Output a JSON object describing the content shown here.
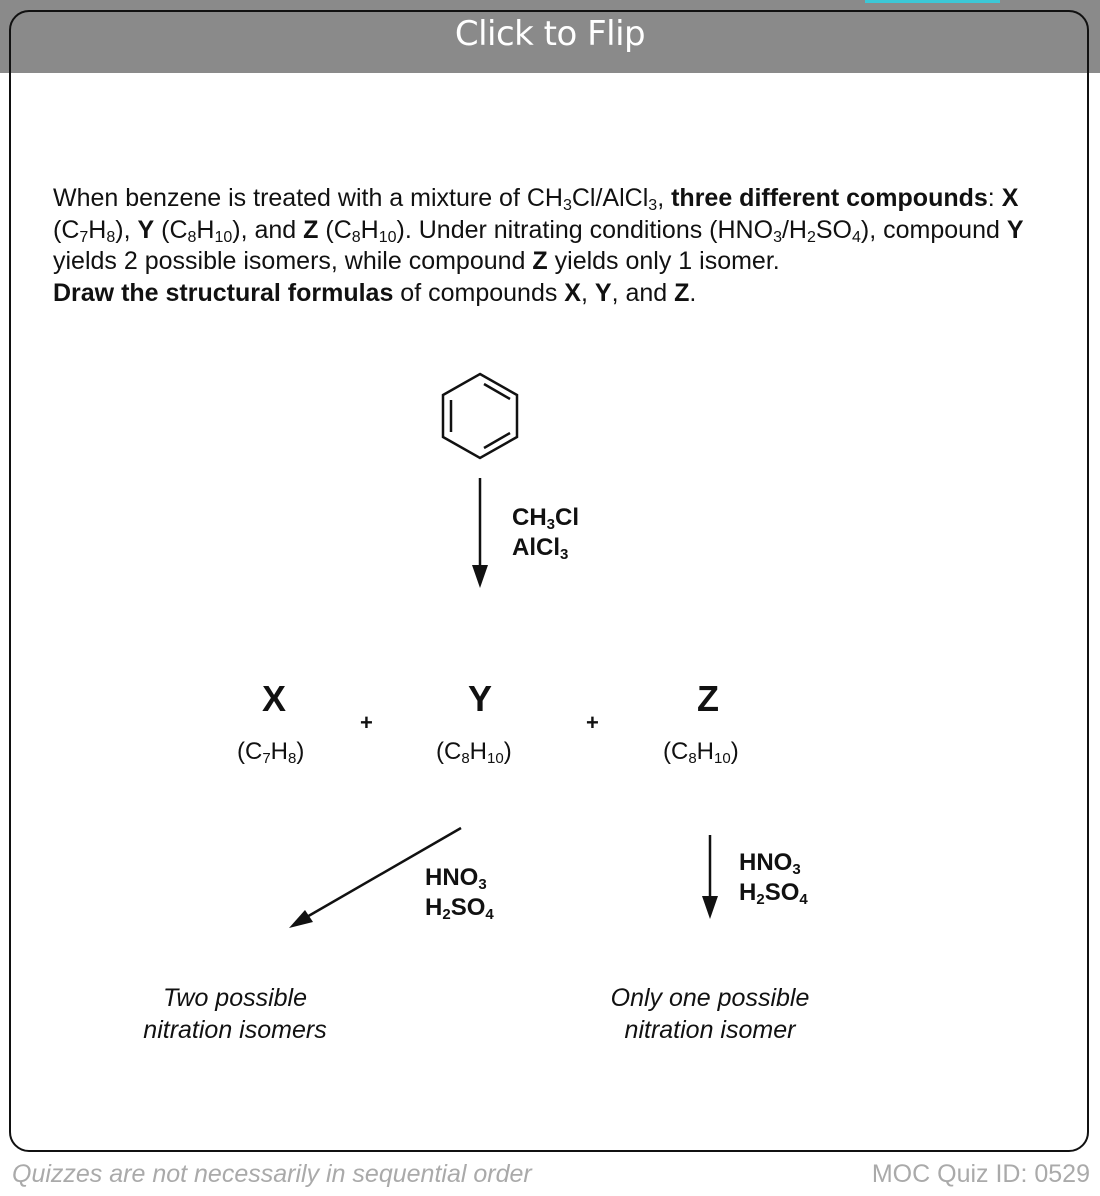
{
  "header": {
    "flip_label": "Click to Flip"
  },
  "question": [
    {
      "t": "When benzene is treated with a mixture of CH"
    },
    {
      "t": "3",
      "sub": true
    },
    {
      "t": "Cl/AlCl"
    },
    {
      "t": "3",
      "sub": true
    },
    {
      "t": ", "
    },
    {
      "t": "three different compounds",
      "b": true
    },
    {
      "t": ": "
    },
    {
      "t": "X",
      "b": true
    },
    {
      "t": " (C"
    },
    {
      "t": "7",
      "sub": true
    },
    {
      "t": "H"
    },
    {
      "t": "8",
      "sub": true
    },
    {
      "t": "), "
    },
    {
      "t": "Y",
      "b": true
    },
    {
      "t": " (C"
    },
    {
      "t": "8",
      "sub": true
    },
    {
      "t": "H"
    },
    {
      "t": "10",
      "sub": true
    },
    {
      "t": "), and "
    },
    {
      "t": "Z",
      "b": true
    },
    {
      "t": " (C"
    },
    {
      "t": "8",
      "sub": true
    },
    {
      "t": "H"
    },
    {
      "t": "10",
      "sub": true
    },
    {
      "t": "). Under nitrating conditions (HNO"
    },
    {
      "t": "3",
      "sub": true
    },
    {
      "t": "/H"
    },
    {
      "t": "2",
      "sub": true
    },
    {
      "t": "SO"
    },
    {
      "t": "4",
      "sub": true
    },
    {
      "t": "), compound "
    },
    {
      "t": "Y",
      "b": true
    },
    {
      "t": " yields 2 possible isomers, while compound "
    },
    {
      "t": "Z",
      "b": true
    },
    {
      "t": " yields only 1 isomer."
    },
    {
      "br": true
    },
    {
      "t": "Draw the structural formulas",
      "b": true
    },
    {
      "t": " of compounds "
    },
    {
      "t": "X",
      "b": true
    },
    {
      "t": ", "
    },
    {
      "t": "Y",
      "b": true
    },
    {
      "t": ", and "
    },
    {
      "t": "Z",
      "b": true
    },
    {
      "t": "."
    }
  ],
  "scheme": {
    "reagent1": [
      {
        "t": "CH"
      },
      {
        "t": "3",
        "sub": true
      },
      {
        "t": "Cl"
      },
      {
        "br": true
      },
      {
        "t": "AlCl"
      },
      {
        "t": "3",
        "sub": true
      }
    ],
    "compounds": [
      {
        "label": "X",
        "formula": [
          {
            "t": "(C"
          },
          {
            "t": "7",
            "sub": true
          },
          {
            "t": "H"
          },
          {
            "t": "8",
            "sub": true
          },
          {
            "t": ")"
          }
        ]
      },
      {
        "label": "Y",
        "formula": [
          {
            "t": "(C"
          },
          {
            "t": "8",
            "sub": true
          },
          {
            "t": "H"
          },
          {
            "t": "10",
            "sub": true
          },
          {
            "t": ")"
          }
        ]
      },
      {
        "label": "Z",
        "formula": [
          {
            "t": "(C"
          },
          {
            "t": "8",
            "sub": true
          },
          {
            "t": "H"
          },
          {
            "t": "10",
            "sub": true
          },
          {
            "t": ")"
          }
        ]
      }
    ],
    "plus": "+",
    "reagent2": [
      {
        "t": "HNO"
      },
      {
        "t": "3",
        "sub": true
      },
      {
        "br": true
      },
      {
        "t": "H"
      },
      {
        "t": "2",
        "sub": true
      },
      {
        "t": "SO"
      },
      {
        "t": "4",
        "sub": true
      }
    ],
    "note_y": "Two possible nitration isomers",
    "note_z": "Only one possible nitration isomer"
  },
  "footer": {
    "left": "Quizzes are not necessarily in sequential order",
    "right": "MOC Quiz ID: 0529"
  }
}
